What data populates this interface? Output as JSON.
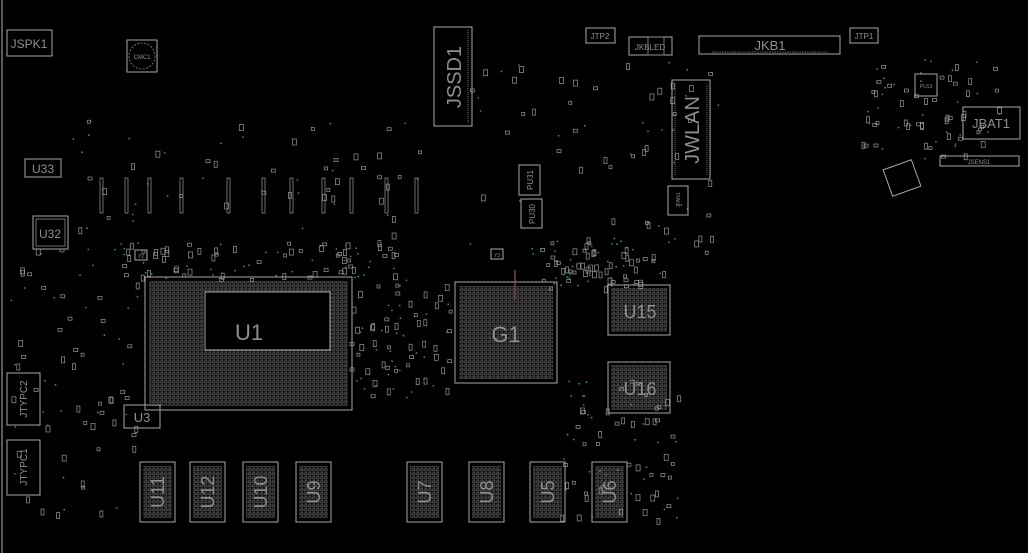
{
  "board": {
    "connectors": {
      "jspk1": "JSPK1",
      "cmc1": "CMC1",
      "jssd1": "JSSD1",
      "jtp2": "JTP2",
      "jkbled": "JKBLED",
      "jkb1": "JKB1",
      "jtp1": "JTP1",
      "jwlan": "JWLAN",
      "jfan1": "JFAN1",
      "jbat1": "JBAT1",
      "jsens1": "JSENS1",
      "jtypc2": "JTYPC2",
      "jtypc1": "JTYPC1"
    },
    "chips": {
      "u33": "U33",
      "u32": "U32",
      "u1": "U1",
      "g1": "G1",
      "u15": "U15",
      "u16": "U16",
      "u3": "U3",
      "pu31": "PU31",
      "pu30": "PU30",
      "pu13": "PU13",
      "y2": "Y2",
      "y3": "Y3"
    },
    "memory": [
      "U11",
      "U12",
      "U10",
      "U9",
      "U7",
      "U8",
      "U5",
      "U6"
    ]
  },
  "colors": {
    "background": "#000000",
    "outline": "#a8a8a8",
    "label": "#8e8e8e",
    "via": "#2f8f86"
  }
}
